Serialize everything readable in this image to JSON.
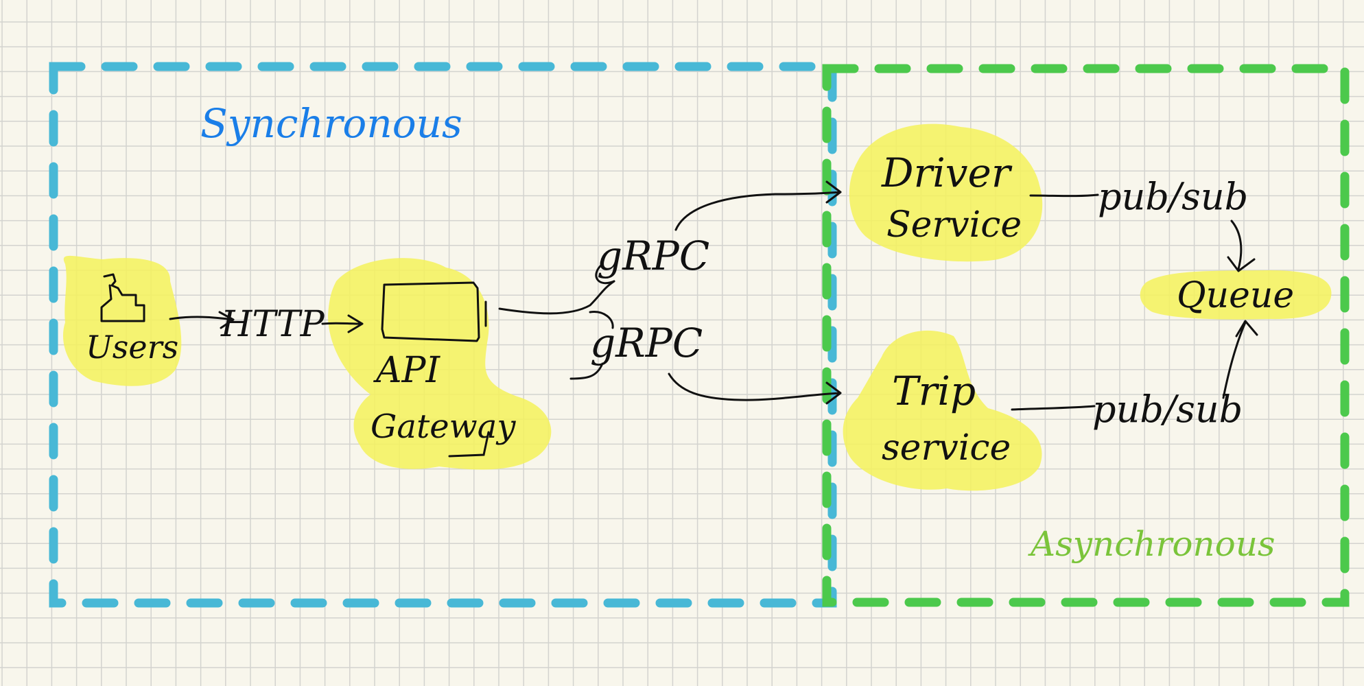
{
  "colors": {
    "paper": "#f8f6ec",
    "grid": "#d3d3cf",
    "sync_border": "#48b8d6",
    "async_border": "#4cc94c",
    "highlight": "#f5f25c",
    "ink": "#111111",
    "sync_label": "#1a7ee8",
    "async_label": "#7ac43a"
  },
  "regions": {
    "sync": {
      "label": "Synchronous"
    },
    "async": {
      "label": "Asynchronous"
    }
  },
  "nodes": {
    "users": {
      "label": "Users",
      "icon": "user-icon"
    },
    "api_gateway": {
      "line1": "API",
      "line2": "Gateway",
      "icon": "box-icon"
    },
    "driver_service": {
      "line1": "Driver",
      "line2": "Service"
    },
    "trip_service": {
      "line1": "Trip",
      "line2": "service"
    },
    "queue": {
      "label": "Queue"
    }
  },
  "edges": {
    "users_to_gateway": {
      "label": "HTTP"
    },
    "gateway_to_driver": {
      "label": "gRPC"
    },
    "gateway_to_trip": {
      "label": "gRPC"
    },
    "driver_to_queue": {
      "label": "pub/sub"
    },
    "trip_to_queue": {
      "label": "pub/sub"
    }
  }
}
